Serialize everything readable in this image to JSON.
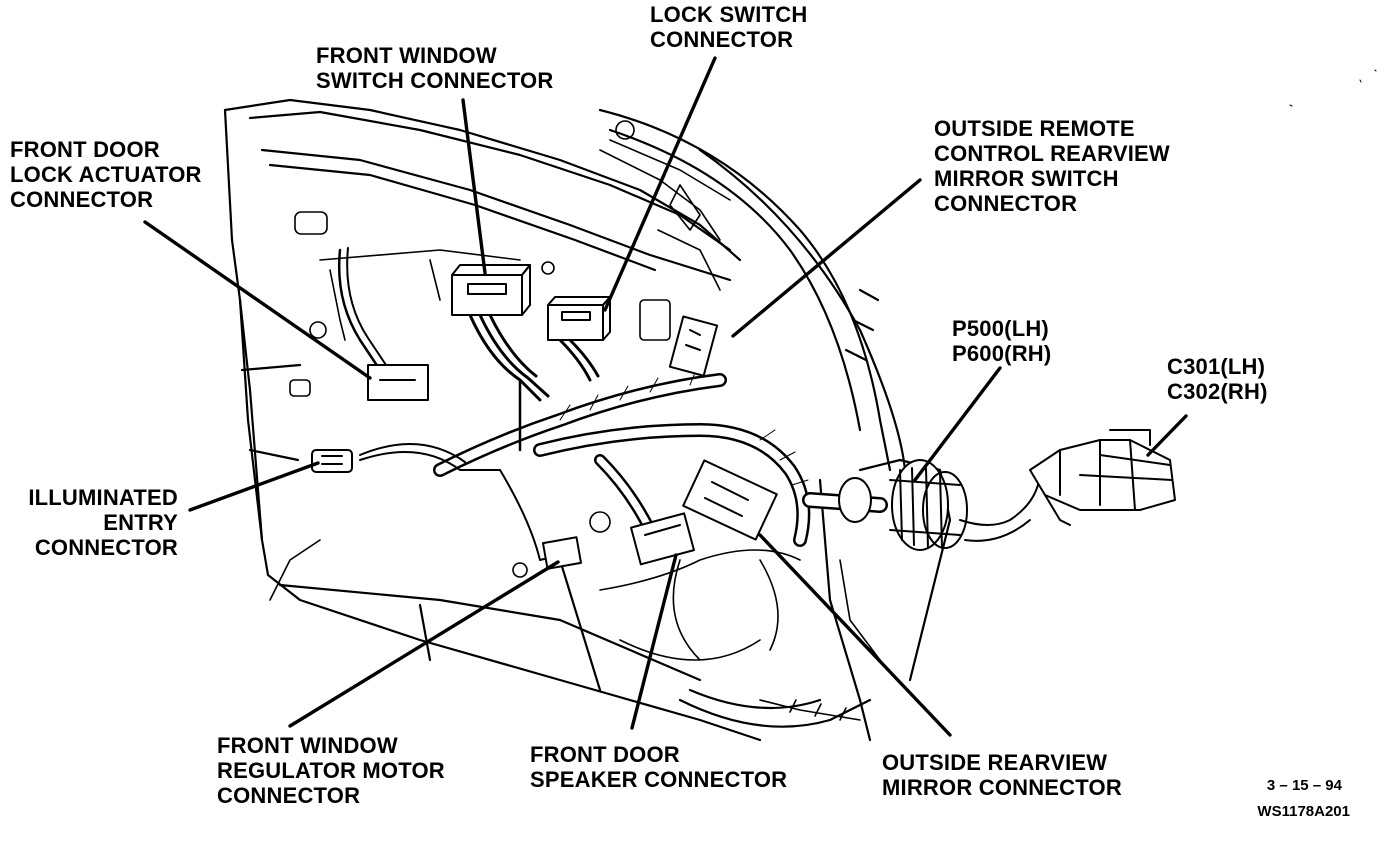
{
  "callouts": {
    "lock_switch_connector": [
      "LOCK SWITCH",
      "CONNECTOR"
    ],
    "front_window_switch_connector": [
      "FRONT WINDOW",
      "SWITCH CONNECTOR"
    ],
    "front_door_lock_actuator_connector": [
      "FRONT DOOR",
      "LOCK ACTUATOR",
      "CONNECTOR"
    ],
    "outside_remote_control_mirror_switch_connector": [
      "OUTSIDE REMOTE",
      "CONTROL REARVIEW",
      "MIRROR SWITCH",
      "CONNECTOR"
    ],
    "p500_p600": [
      "P500(LH)",
      "P600(RH)"
    ],
    "c301_c302": [
      "C301(LH)",
      "C302(RH)"
    ],
    "illuminated_entry_connector": [
      "ILLUMINATED",
      "ENTRY",
      "CONNECTOR"
    ],
    "front_window_regulator_motor_connector": [
      "FRONT WINDOW",
      "REGULATOR MOTOR",
      "CONNECTOR"
    ],
    "front_door_speaker_connector": [
      "FRONT DOOR",
      "SPEAKER CONNECTOR"
    ],
    "outside_rearview_mirror_connector": [
      "OUTSIDE REARVIEW",
      "MIRROR CONNECTOR"
    ]
  },
  "footer": {
    "date": "3 – 15 – 94",
    "figure_id": "WS1178A201"
  }
}
